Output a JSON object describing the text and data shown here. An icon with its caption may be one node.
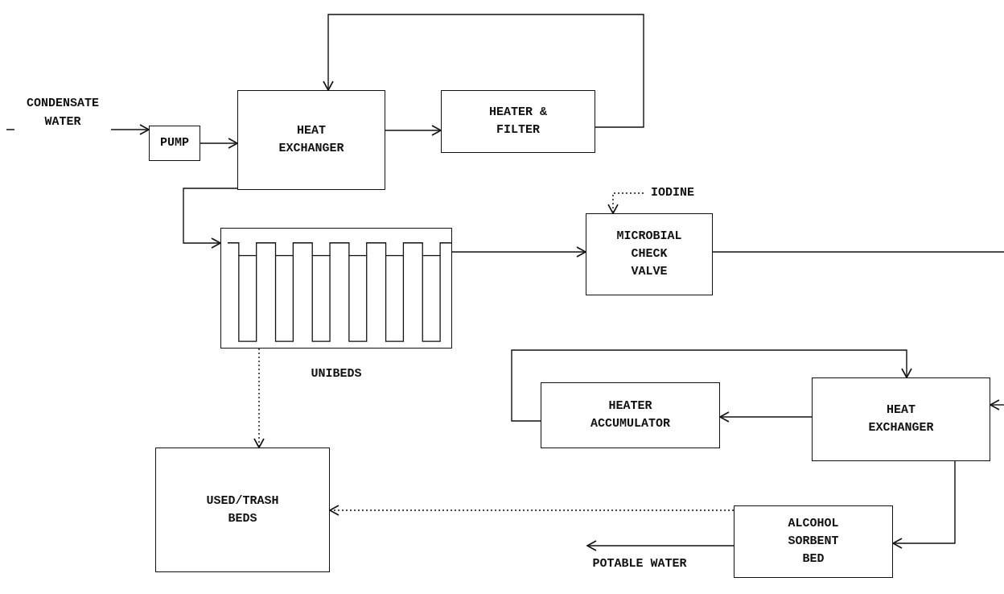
{
  "diagram": {
    "nodes": [
      {
        "text": [
          "PUMP"
        ]
      },
      {
        "text": [
          "HEAT EXCHANGER"
        ]
      },
      {
        "text": [
          "HEATER & FILTER"
        ]
      },
      {
        "text": [
          "IODINE"
        ]
      },
      {
        "text": [
          "MICROBIAL CHECK VALVE"
        ]
      },
      {
        "text": [
          "UNIBEDS"
        ]
      },
      {
        "text": [
          "HEATER ACCUMULATOR"
        ]
      },
      {
        "text": [
          "HEAT EXCHANGER"
        ]
      },
      {
        "text": [
          "USED/TRASH BEDS"
        ]
      },
      {
        "text": [
          "ALCOHOL SORBENT BED"
        ]
      }
    ],
    "edges": [
      {
        "from": null,
        "to": 0,
        "arrow": "to",
        "label": "CONDENSATE WATER"
      },
      {
        "from": 0,
        "to": 1,
        "arrow": "to"
      },
      {
        "from": 1,
        "to": 2,
        "arrow": "to"
      },
      {
        "from": 2,
        "to": 1,
        "arrow": "to"
      },
      {
        "from": 1,
        "to": 5,
        "arrow": "to"
      },
      {
        "from": 3,
        "to": 4,
        "arrow": "to",
        "style": "dashed"
      },
      {
        "from": 5,
        "to": 4,
        "arrow": "to"
      },
      {
        "from": 4,
        "to": null,
        "arrow": "none"
      },
      {
        "from": null,
        "to": 7,
        "arrow": "to"
      },
      {
        "from": 7,
        "to": 6,
        "arrow": "to"
      },
      {
        "from": 6,
        "to": 7,
        "arrow": "to"
      },
      {
        "from": 7,
        "to": 9,
        "arrow": "to"
      },
      {
        "from": 9,
        "to": 8,
        "arrow": "to",
        "style": "dashed"
      },
      {
        "from": 5,
        "to": 8,
        "arrow": "to",
        "style": "dashed"
      },
      {
        "from": 9,
        "to": null,
        "arrow": "to",
        "label": "POTABLE WATER"
      }
    ]
  }
}
